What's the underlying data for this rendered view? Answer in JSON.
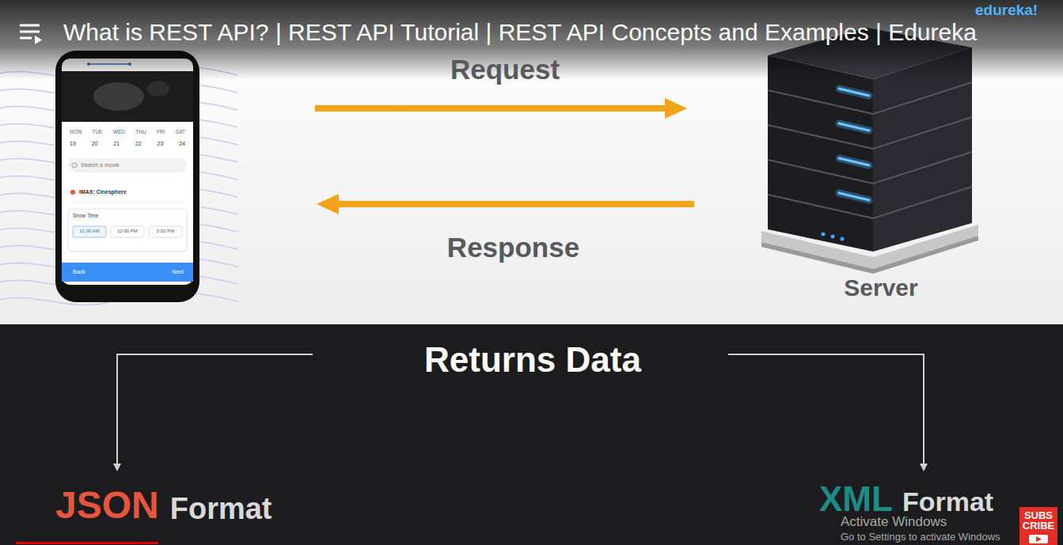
{
  "diagram": {
    "title": "What is REST API? | REST API Tutorial | REST API Concepts and Examples | Edureka",
    "nodes": [
      {
        "text": [
          "MON TUE WED THU FRI SAT",
          "19 20 21 22 23 24",
          "Search a movie",
          "IMAX: Cinesphere",
          "Show Time",
          "11:00 AM",
          "12:00 PM",
          "3:00 PM",
          "Back",
          "Next"
        ]
      },
      {
        "text": [
          "Server"
        ]
      },
      {
        "text": [
          "SUBS CRIBE"
        ]
      }
    ],
    "edges": [
      {
        "from": 0,
        "to": 1,
        "label": "Request",
        "arrow": "to"
      },
      {
        "from": 1,
        "to": 0,
        "label": "Response",
        "arrow": "to"
      }
    ],
    "labels": [
      "edureka!",
      "Returns Data",
      "JSON",
      "Format",
      "XML",
      "Format",
      "Activate Windows",
      "Go to Settings to activate Windows"
    ]
  }
}
